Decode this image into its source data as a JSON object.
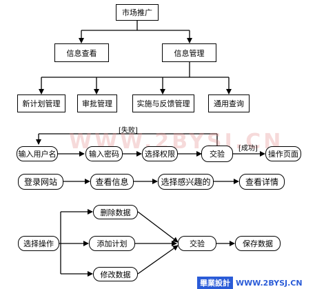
{
  "colors": {
    "line": "#000000",
    "watermark": "#e69696",
    "brand": "#2a5bd7"
  },
  "org_chart": {
    "root": "市场推广",
    "level2": [
      "信息查看",
      "信息管理"
    ],
    "level3": [
      "新计划管理",
      "审批管理",
      "实施与反馈管理",
      "通用查询"
    ]
  },
  "login_flow": {
    "steps": [
      "输入用户名",
      "输入密码",
      "选择权限",
      "交验",
      "操作页面"
    ],
    "fail_label": "[失败]",
    "success_label": "[成功]"
  },
  "browse_flow": {
    "steps": [
      "登录网站",
      "查看信息",
      "选择感兴趣的",
      "查看详情"
    ]
  },
  "manage_flow": {
    "start": "选择操作",
    "options": [
      "删除数据",
      "添加计划",
      "修改数据"
    ],
    "check": "交验",
    "save": "保存数据"
  },
  "watermark": "WWW.2BYSJ.CN",
  "brand": {
    "badge": "畢業設計",
    "url": "WWW.2BYSJ.CN"
  }
}
